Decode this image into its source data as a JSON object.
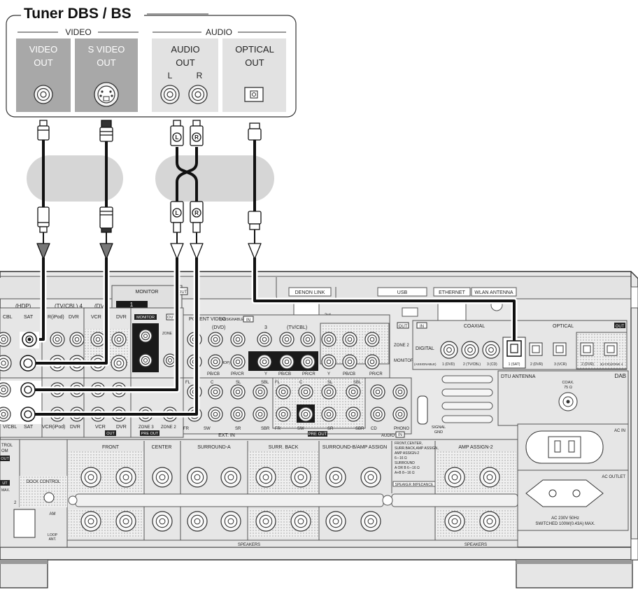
{
  "tuner": {
    "title": "Tuner DBS / BS",
    "video_header": "VIDEO",
    "audio_header": "AUDIO",
    "video_out": "VIDEO\nOUT",
    "svideo_out": "S VIDEO\nOUT",
    "audio_out": "AUDIO\nOUT",
    "audio_l": "L",
    "audio_r": "R",
    "optical_out": "OPTICAL\nOUT"
  },
  "plug_labels": {
    "left": "L",
    "right": "R"
  },
  "receiver": {
    "monitor": "MONITOR",
    "monitor_num": "1",
    "out": "OUT",
    "hdp": "(HDP)",
    "tvcbl_4": "(TV/CBL)   4",
    "dv": "(DV",
    "cbl": "CBL",
    "sat": "SAT",
    "ripod": "R(iPod)",
    "dvr": "DVR",
    "vcr": "VCR",
    "zone_short": "ZONE",
    "component_video": "PONENT VIDEO",
    "assignable": "(ASSIGNABLE)",
    "in": "IN",
    "c1": "1",
    "dvd": "(DVD)",
    "c3": "3",
    "tvcbl": "(TV/CBL)",
    "zone2": "ZONE 2",
    "monitor_small": "MONITOR",
    "c2": "2",
    "hdp_small": "(HDP)",
    "pbcb": "PB/CB",
    "prcr": "PR/CR",
    "y": "Y",
    "denon_link": "DENON LINK",
    "third": "3rd",
    "usb": "USB",
    "ethernet": "ETHERNET",
    "wlan": "WLAN ANTENNA",
    "digital": "DIGITAL",
    "coaxial": "COAXIAL",
    "optical": "OPTICAL",
    "dig_assign": "(ASSIGNABLE)",
    "dig_1dvd": "1 (DVD)",
    "dig_2tvcbl": "2 (TV/CBL)",
    "dig_3cd": "3 (CD)",
    "opt_1sat": "1 (SAT)",
    "opt_2dvr": "2 (DVR)",
    "opt_3vcr": "3 (VCR)",
    "opt_2dvr_b": "2 (DVR)",
    "opt_3vcr_zone4": "3(VCR)/ZONE 4",
    "dtu_antenna": "DTU ANTENNA",
    "dab": "DAB",
    "coax_75": "COAX.\n75 Ω",
    "ext_in": "EXT. IN",
    "fl": "FL",
    "c": "C",
    "sl": "SL",
    "sbl": "SBL",
    "fr": "FR",
    "sw": "SW",
    "sr": "SR",
    "sbr": "SBR",
    "pre_out": "PRE OUT",
    "zone3": "ZONE 3",
    "zone2b": "ZONE 2",
    "audio": "AUDIO",
    "cd": "CD",
    "phono": "PHONO",
    "signal_gnd": "SIGNAL\nGND",
    "vcbl": "V/CBL",
    "vcr_ipod": "VCR(iPod)",
    "front": "FRONT",
    "center": "CENTER",
    "surround_a": "SURROUND-A",
    "surr_back": "SURR. BACK",
    "surround_b": "SURROUND-B/AMP ASSIGN",
    "imp_text": "FRONT,CENTER,\nSURR.BACK,AMP ASSIGN,\nAMP ASSIGN-2\n6∼16 Ω\nSURROUND\nA OR B   6∼16 Ω\nA+B      8∼16 Ω",
    "speaker_impedance": "SPEAKER IMPEDANCE",
    "amp_assign2": "AMP ASSIGN-2",
    "speakers": "SPEAKERS",
    "ac_in": "AC IN",
    "ac_outlet": "AC OUTLET",
    "ac_spec": "AC 230V    50Hz\nSWITCHED 100W(0.43A) MAX.",
    "dock_control": "DOCK CONTROL",
    "am": "AM",
    "loop_ant": "LOOP\nANT.",
    "trol": "TROL",
    "om": "OM",
    "ut": "UT",
    "max": "MAX.",
    "two": "2",
    "r_badge": "R",
    "l_badge": "L"
  }
}
